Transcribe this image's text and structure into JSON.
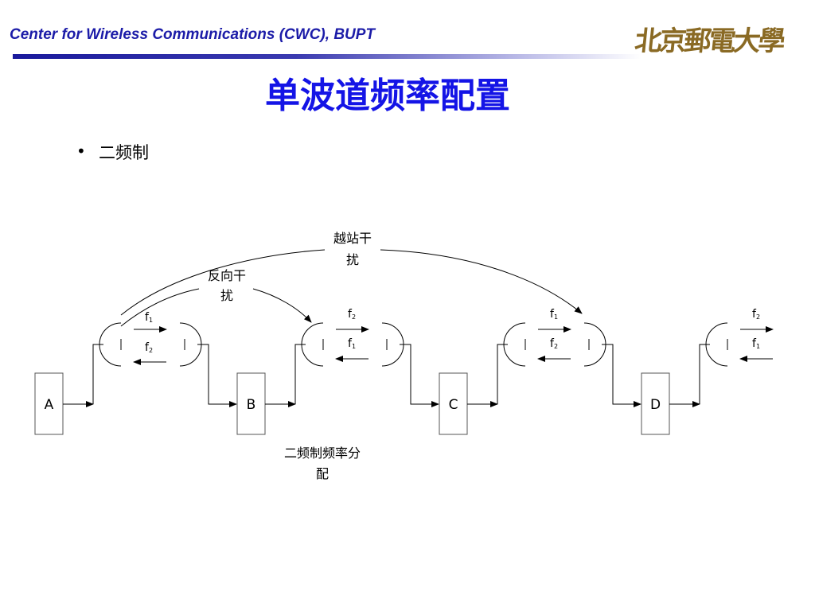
{
  "header": {
    "institution": "Center for Wireless Communications (CWC), BUPT",
    "logo_text": "北京郵電大學"
  },
  "slide": {
    "title": "单波道频率配置",
    "bullet": "二频制"
  },
  "diagram": {
    "stations": [
      "A",
      "B",
      "C",
      "D"
    ],
    "labels": {
      "overreach_interference_1": "越站干",
      "overreach_interference_2": "扰",
      "reverse_interference_1": "反向干",
      "reverse_interference_2": "扰",
      "caption_1": "二频制频率分",
      "caption_2": "配"
    },
    "frequencies": {
      "hop1": {
        "forward": "f1",
        "reverse": "f2"
      },
      "hop2": {
        "forward": "f2",
        "reverse": "f1"
      },
      "hop3": {
        "forward": "f1",
        "reverse": "f2"
      },
      "hop4": {
        "forward": "f2",
        "reverse": "f1"
      }
    },
    "colors": {
      "line": "#000000",
      "box_border": "#555555",
      "title": "#1414e6",
      "header": "#1c1ca8"
    }
  }
}
